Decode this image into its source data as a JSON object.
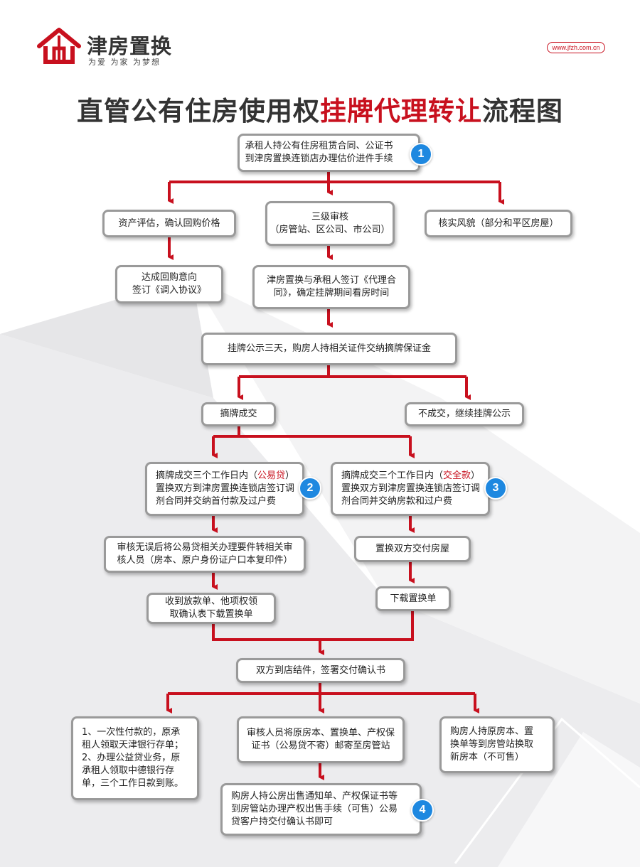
{
  "header": {
    "brand_name": "津房置换",
    "brand_slogan": "为爱 为家 为梦想",
    "website": "www.jfzh.com.cn"
  },
  "title": {
    "part1": "直管公有住房使用权",
    "part2": "挂牌代理转让",
    "part3": "流程图"
  },
  "steps": {
    "start": {
      "lines": [
        "承租人持公有住房租赁合同、公证书",
        "到津房置换连锁店办理估价进件手续"
      ],
      "badge": "1"
    },
    "asset_eval": {
      "lines": [
        "资产评估，确认回购价格"
      ]
    },
    "buyback": {
      "lines": [
        "达成回购意向",
        "签订《调入协议》"
      ]
    },
    "audit": {
      "lines": [
        "三级审核",
        "（房管站、区公司、市公司）"
      ]
    },
    "agency": {
      "lines": [
        "津房置换与承租人签订《代理合",
        "同》，确定挂牌期间看房时间"
      ]
    },
    "verify": {
      "lines": [
        "核实风貌（部分和平区房屋）"
      ]
    },
    "listing": {
      "lines": [
        "挂牌公示三天，购房人持相关证件交纳摘牌保证金"
      ]
    },
    "deal": {
      "lines": [
        "摘牌成交"
      ]
    },
    "no_deal": {
      "lines": [
        "不成交，继续挂牌公示"
      ]
    },
    "loan_path": {
      "prefix": "摘牌成交三个工作日内（",
      "highlight": "公易贷",
      "suffix": "）",
      "lines": [
        "置换双方到津房置换连锁店签订调",
        "剂合同并交纳首付款及过户费"
      ],
      "badge": "2"
    },
    "full_path": {
      "prefix": "摘牌成交三个工作日内（",
      "highlight": "交全款",
      "suffix": "）",
      "lines": [
        "置换双方到津房置换连锁店签订调",
        "剂合同并交纳房款和过户费"
      ],
      "badge": "3"
    },
    "loan_transfer": {
      "lines": [
        "审核无误后将公易贷相关办理要件转相关审",
        "核人员（房本、原户身份证户口本复印件）"
      ]
    },
    "loan_receive": {
      "lines": [
        "收到放款单、他项权领",
        "取确认表下载置换单"
      ]
    },
    "deliver": {
      "lines": [
        "置换双方交付房屋"
      ]
    },
    "download": {
      "lines": [
        "下载置换单"
      ]
    },
    "settle": {
      "lines": [
        "双方到店结件，签署交付确认书"
      ]
    },
    "payment_note": {
      "lines": [
        "1、一次性付款的，原承",
        "租人领取天津银行存单；",
        "2、办理公益贷业务，原",
        "承租人领取中德银行存",
        "单，三个工作日款到账。"
      ]
    },
    "mail": {
      "lines": [
        "审核人员将原房本、置换单、产权保",
        "证书（公易贷不寄）邮寄至房管站"
      ]
    },
    "new_deed": {
      "lines": [
        "购房人持原房本、置",
        "换单等到房管站换取",
        "新房本（不可售）"
      ]
    },
    "final": {
      "lines": [
        "购房人持公房出售通知单、产权保证书等",
        "到房管站办理产权出售手续（可售）公易",
        "贷客户持交付确认书即可"
      ],
      "badge": "4"
    }
  },
  "colors": {
    "accent": "#c8101e",
    "box_border": "#9a9a9a",
    "badge": "#1e88e0",
    "background_shape": "#e4e4e6"
  }
}
